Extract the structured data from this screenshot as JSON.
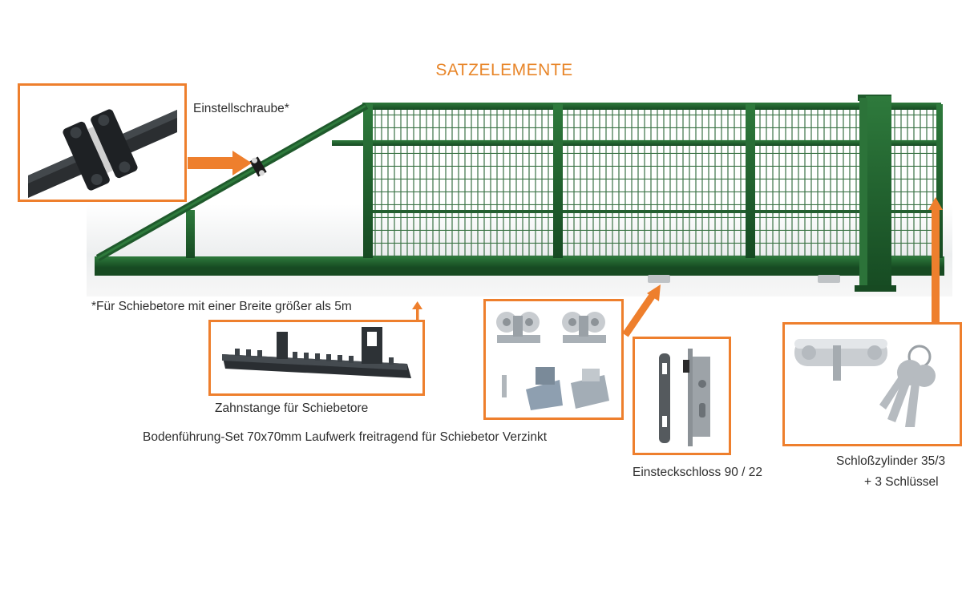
{
  "title": "SATZELEMENTE",
  "labels": {
    "adjust_screw": "Einstellschraube*",
    "footnote": "*Für Schiebetore mit einer Breite größer als 5m",
    "gear_rack": "Zahnstange für Schiebetore",
    "ground_guide": "Bodenführung-Set 70x70mm Laufwerk freitragend für Schiebetor Verzinkt",
    "mortise_lock": "Einsteckschloss 90 / 22",
    "cylinder_line1": "Schloßzylinder 35/3",
    "cylinder_line2": "+ 3 Schlüssel"
  },
  "colors": {
    "accent": "#ee7f2d",
    "gate_green": "#1f5a2c",
    "text": "#2e2e2e"
  },
  "icons": [
    "arrow-right-icon",
    "arrow-up-icon"
  ]
}
